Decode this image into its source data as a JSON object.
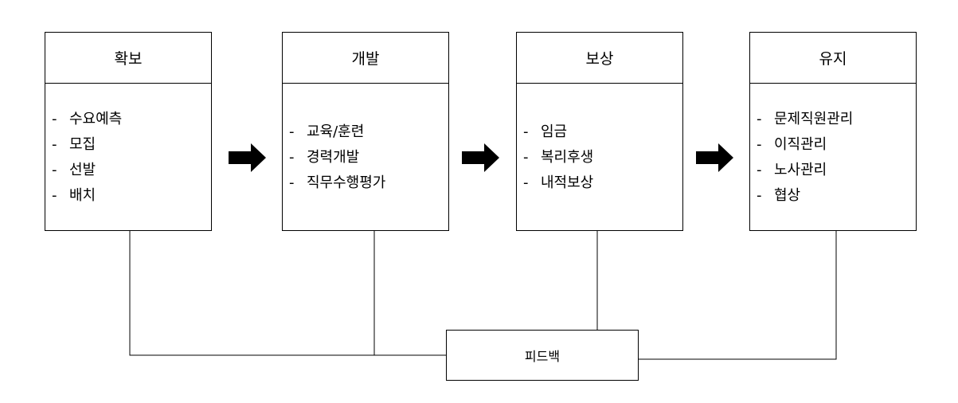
{
  "stages": [
    {
      "title": "확보",
      "items": [
        "수요예측",
        "모집",
        "선발",
        "배치"
      ]
    },
    {
      "title": "개발",
      "items": [
        "교육/훈련",
        "경력개발",
        "직무수행평가"
      ]
    },
    {
      "title": "보상",
      "items": [
        "임금",
        "복리후생",
        "내적보상"
      ]
    },
    {
      "title": "유지",
      "items": [
        "문제직원관리",
        "이직관리",
        "노사관리",
        "협상"
      ]
    }
  ],
  "bullet": "-",
  "feedback": {
    "label": "피드백"
  }
}
